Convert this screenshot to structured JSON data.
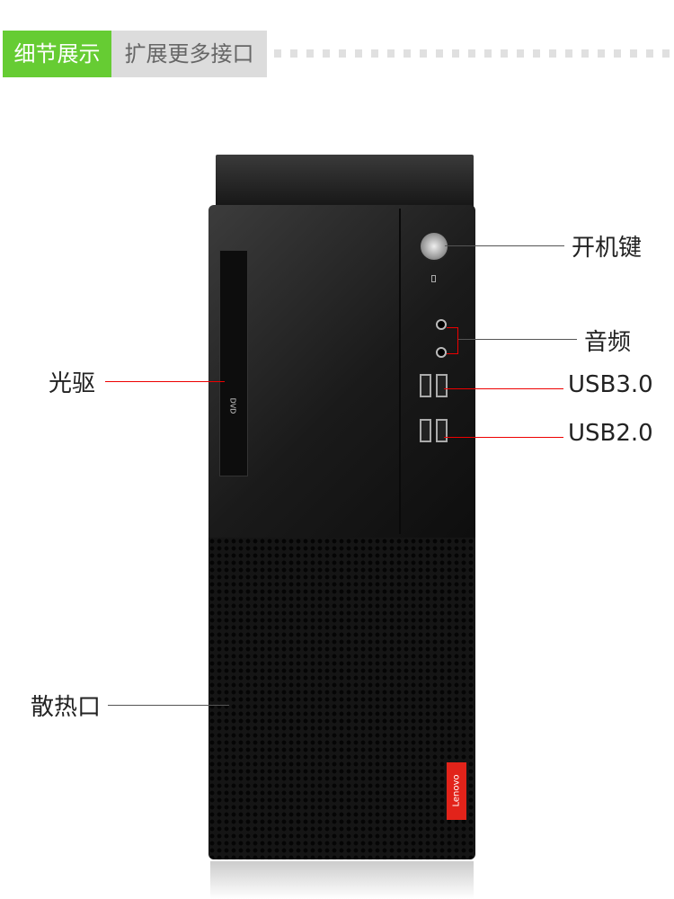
{
  "header": {
    "section_title": "细节展示",
    "subtitle": "扩展更多接口"
  },
  "callouts": {
    "power": "开机键",
    "audio": "音频",
    "usb3": "USB3.0",
    "usb2": "USB2.0",
    "optical": "光驱",
    "vent": "散热口"
  },
  "product": {
    "brand_logo": "Lenovo",
    "drive_label": "DVD"
  },
  "colors": {
    "accent": "#66cc33",
    "callout_line": "#e00000"
  }
}
